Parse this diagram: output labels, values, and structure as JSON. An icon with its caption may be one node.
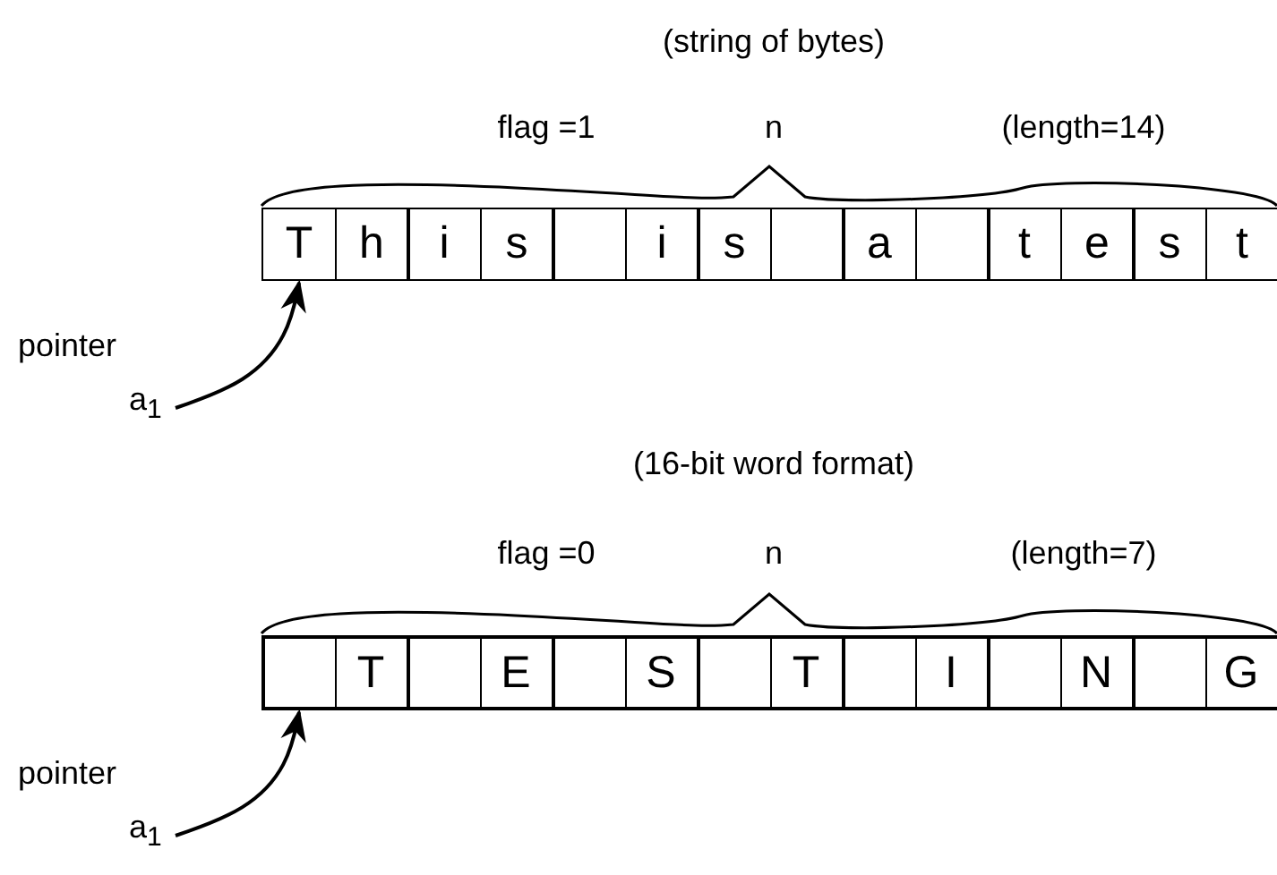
{
  "diagram": {
    "nodes": [
      {
        "text": [
          "T"
        ]
      },
      {
        "text": [
          "h"
        ]
      },
      {
        "text": [
          "i"
        ]
      },
      {
        "text": [
          "s"
        ]
      },
      {
        "text": [],
        "shape": "box"
      },
      {
        "text": [
          "i"
        ]
      },
      {
        "text": [
          "s"
        ]
      },
      {
        "text": [],
        "shape": "box"
      },
      {
        "text": [
          "a"
        ]
      },
      {
        "text": [],
        "shape": "box"
      },
      {
        "text": [
          "t"
        ]
      },
      {
        "text": [
          "e"
        ]
      },
      {
        "text": [
          "s"
        ]
      },
      {
        "text": [
          "t"
        ]
      },
      {
        "text": [
          "pointer",
          "a$_{1}$"
        ]
      },
      {
        "text": [],
        "shape": "box"
      },
      {
        "text": [
          "T"
        ]
      },
      {
        "text": [],
        "shape": "box"
      },
      {
        "text": [
          "E"
        ]
      },
      {
        "text": [],
        "shape": "box"
      },
      {
        "text": [
          "S"
        ]
      },
      {
        "text": [],
        "shape": "box"
      },
      {
        "text": [
          "T"
        ]
      },
      {
        "text": [],
        "shape": "box"
      },
      {
        "text": [
          "I"
        ]
      },
      {
        "text": [],
        "shape": "box"
      },
      {
        "text": [
          "N"
        ]
      },
      {
        "text": [],
        "shape": "box"
      },
      {
        "text": [
          "G"
        ]
      },
      {
        "text": [
          "pointer",
          "a$_{1}$"
        ]
      }
    ],
    "edges": [
      {
        "from": 14,
        "to": 0,
        "arrow": "to"
      },
      {
        "from": 29,
        "to": 15,
        "arrow": "to"
      }
    ],
    "labels": [
      "(string of bytes)",
      "flag =1",
      "n",
      "(length=14)",
      "(16-bit word format)",
      "flag =0",
      "n",
      "(length=7)"
    ]
  }
}
